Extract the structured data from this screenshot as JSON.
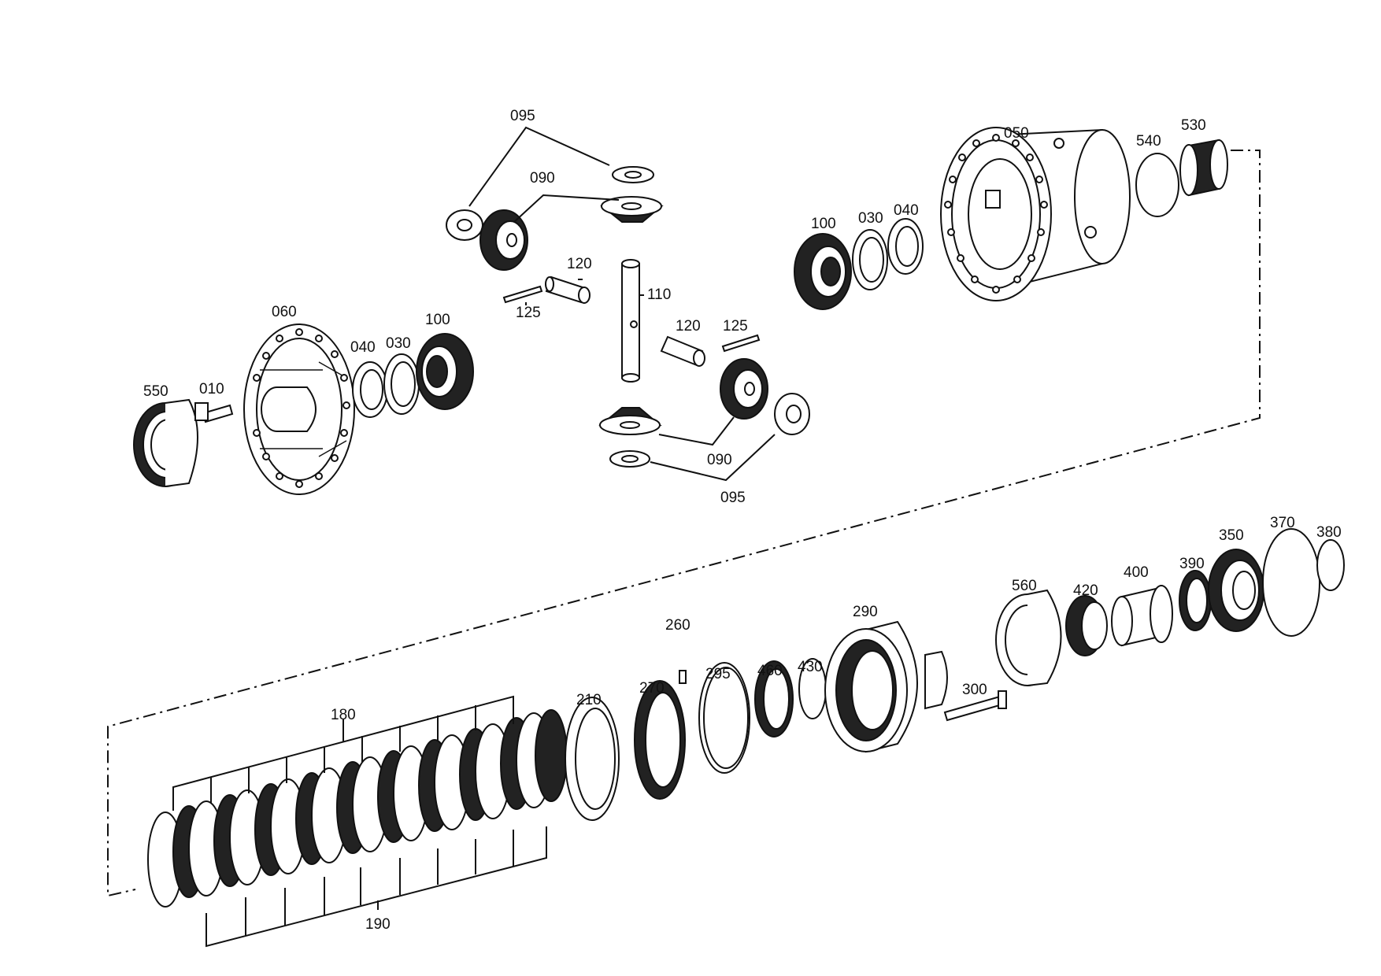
{
  "callouts": [
    {
      "id": "095a",
      "text": "095"
    },
    {
      "id": "090a",
      "text": "090"
    },
    {
      "id": "120a",
      "text": "120"
    },
    {
      "id": "125a",
      "text": "125"
    },
    {
      "id": "110",
      "text": "110"
    },
    {
      "id": "120b",
      "text": "120"
    },
    {
      "id": "125b",
      "text": "125"
    },
    {
      "id": "090b",
      "text": "090"
    },
    {
      "id": "095b",
      "text": "095"
    },
    {
      "id": "550",
      "text": "550"
    },
    {
      "id": "010",
      "text": "010"
    },
    {
      "id": "060",
      "text": "060"
    },
    {
      "id": "040a",
      "text": "040"
    },
    {
      "id": "030a",
      "text": "030"
    },
    {
      "id": "100a",
      "text": "100"
    },
    {
      "id": "100b",
      "text": "100"
    },
    {
      "id": "030b",
      "text": "030"
    },
    {
      "id": "040b",
      "text": "040"
    },
    {
      "id": "050",
      "text": "050"
    },
    {
      "id": "540",
      "text": "540"
    },
    {
      "id": "530",
      "text": "530"
    },
    {
      "id": "180",
      "text": "180"
    },
    {
      "id": "190",
      "text": "190"
    },
    {
      "id": "210",
      "text": "210"
    },
    {
      "id": "270",
      "text": "270"
    },
    {
      "id": "260",
      "text": "260"
    },
    {
      "id": "295",
      "text": "295"
    },
    {
      "id": "460",
      "text": "460"
    },
    {
      "id": "430",
      "text": "430"
    },
    {
      "id": "290",
      "text": "290"
    },
    {
      "id": "300",
      "text": "300"
    },
    {
      "id": "560",
      "text": "560"
    },
    {
      "id": "420",
      "text": "420"
    },
    {
      "id": "400",
      "text": "400"
    },
    {
      "id": "390",
      "text": "390"
    },
    {
      "id": "350",
      "text": "350"
    },
    {
      "id": "370",
      "text": "370"
    },
    {
      "id": "380",
      "text": "380"
    }
  ]
}
